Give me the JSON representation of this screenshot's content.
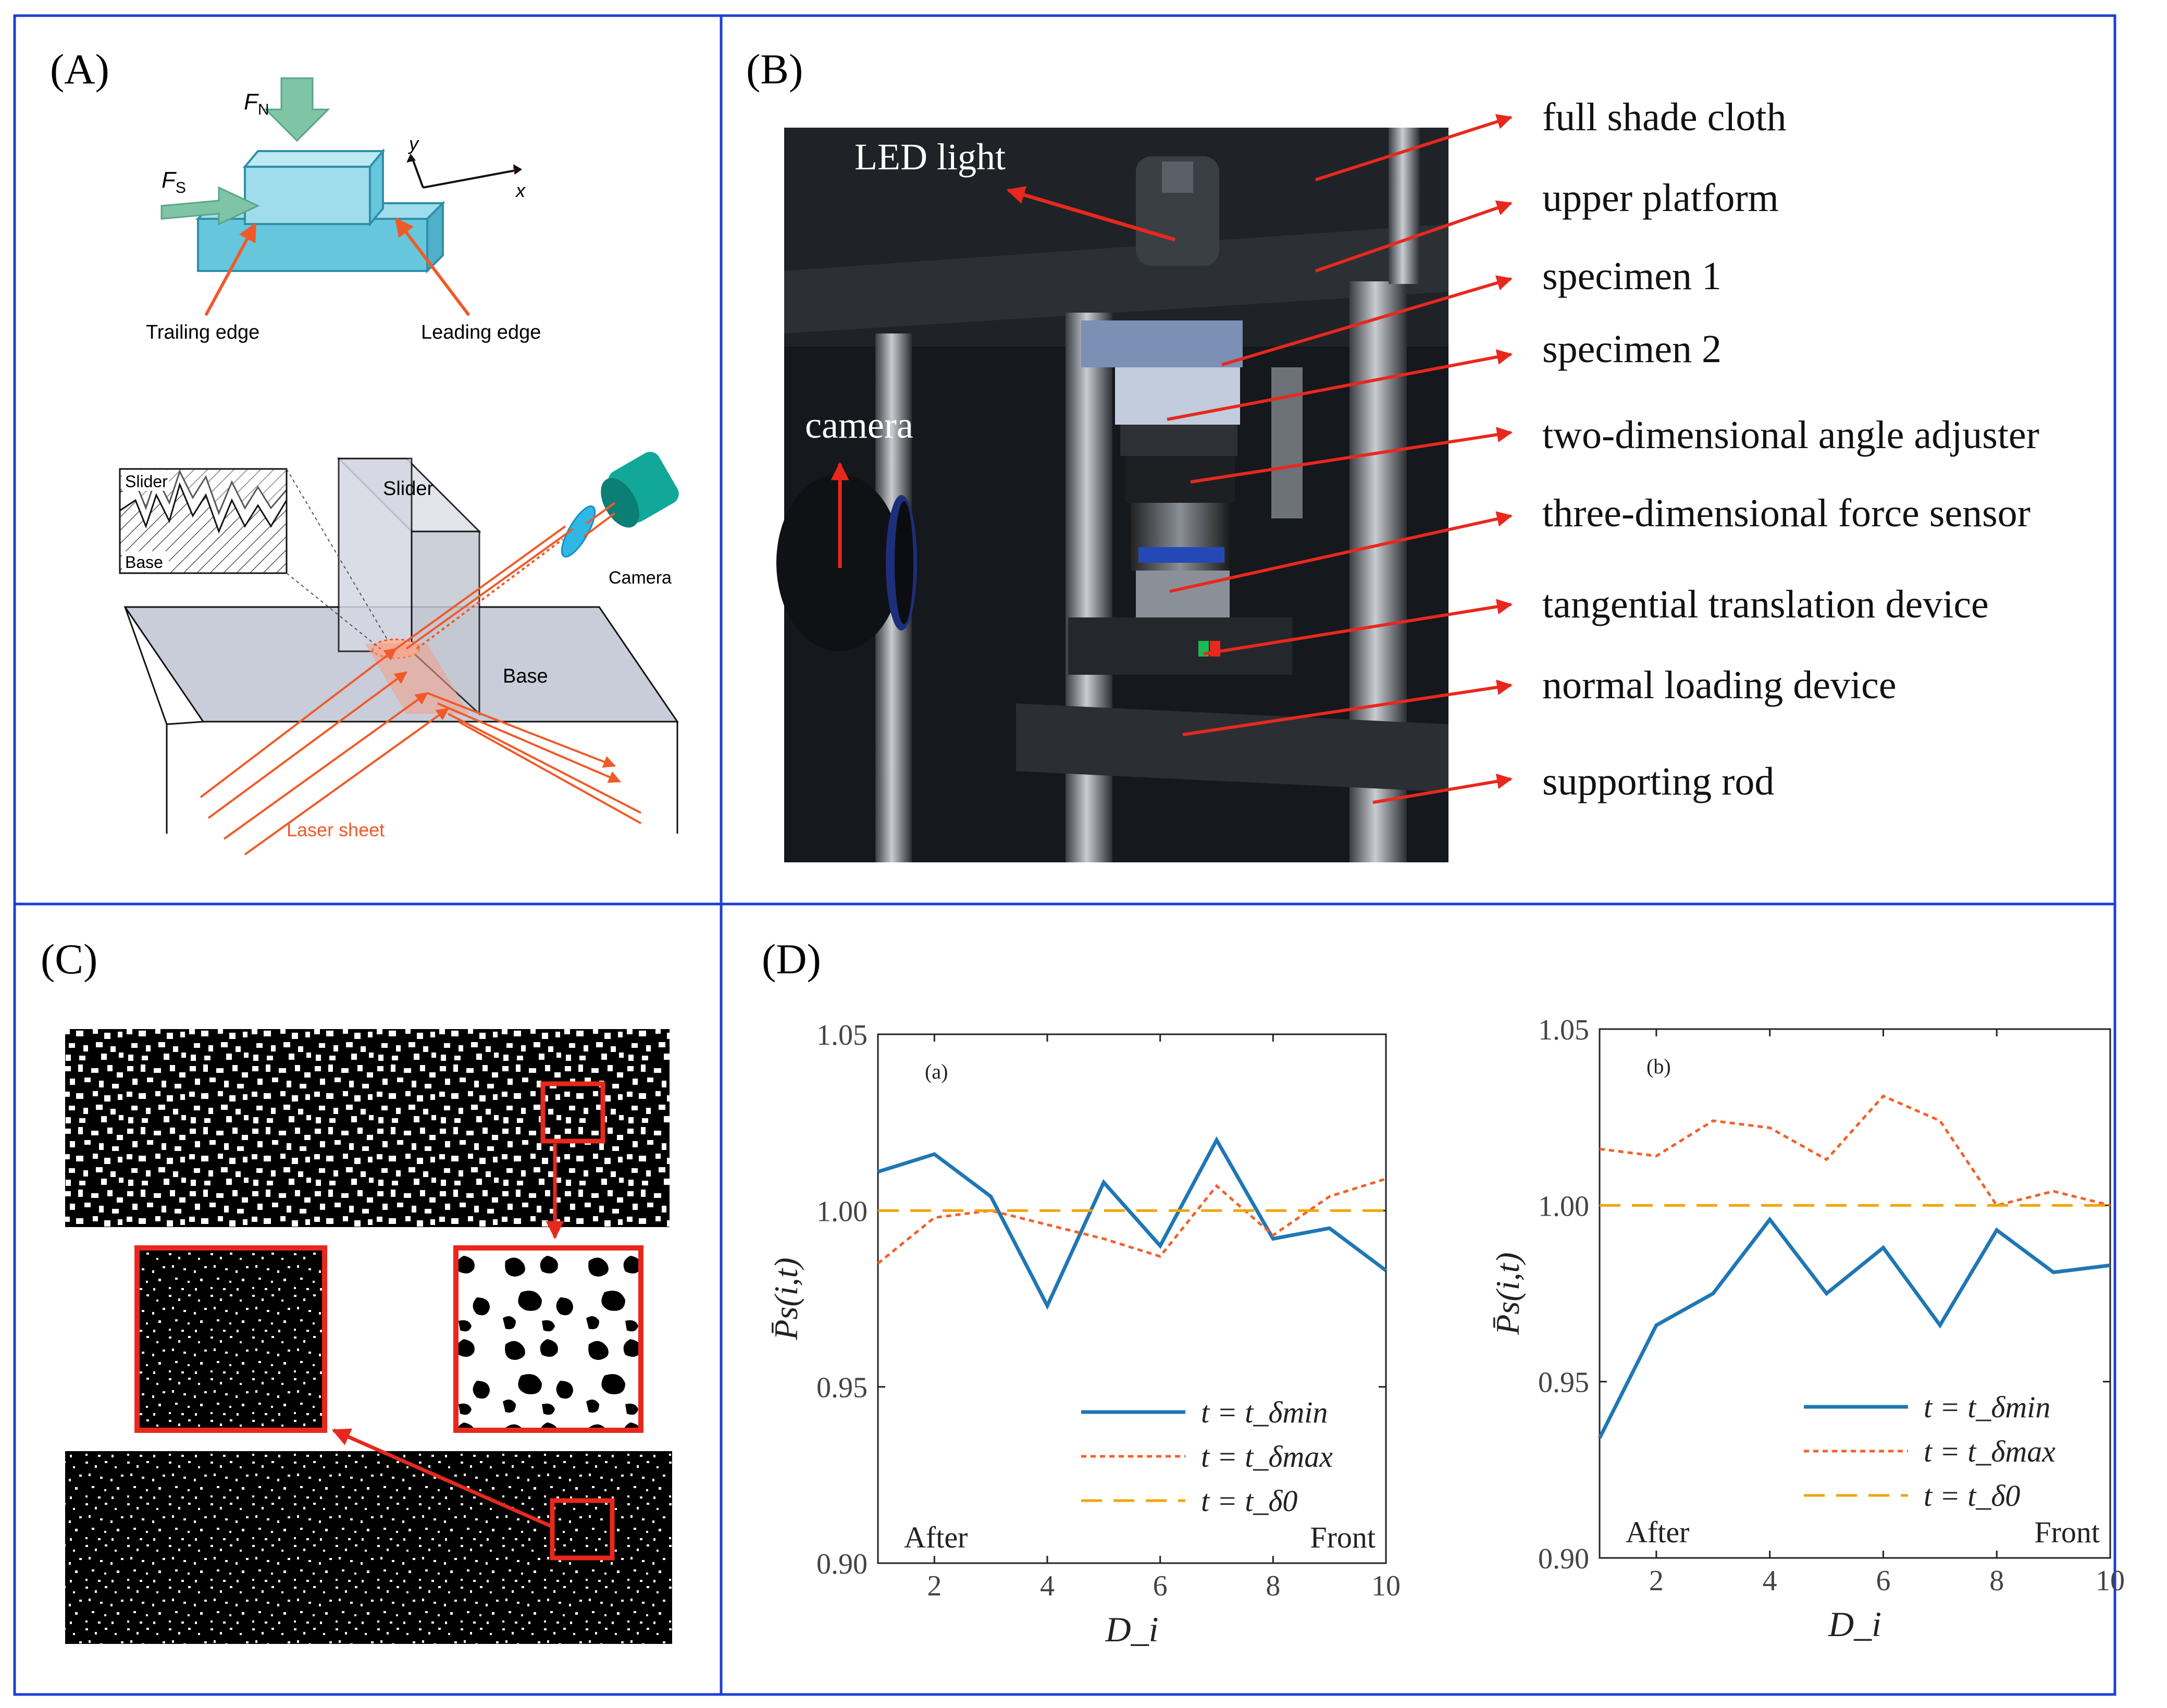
{
  "colors": {
    "panel_border": "#1f3fd2",
    "annotation_red": "#e8281e",
    "laser_orange": "#f05a28",
    "block_teal": "#66c6dc",
    "camera_teal": "#11a89a",
    "series_min": "#1f77b4",
    "series_max": "#f4602a",
    "series_zero": "#f0a500"
  },
  "panel_a": {
    "label": "(A)",
    "fn_label": "F",
    "fn_sub": "N",
    "fs_label": "F",
    "fs_sub": "S",
    "y_axis": "y",
    "x_axis": "x",
    "trailing_edge": "Trailing edge",
    "leading_edge": "Leading edge",
    "inset_slider": "Slider",
    "inset_base": "Base",
    "slider": "Slider",
    "base": "Base",
    "camera": "Camera",
    "laser_sheet": "Laser sheet"
  },
  "panel_b": {
    "label": "(B)",
    "led_light": "LED light",
    "camera": "camera",
    "callouts": [
      "full shade cloth",
      "upper platform",
      "specimen 1",
      "specimen 2",
      "two-dimensional angle adjuster",
      "three-dimensional force sensor",
      "tangential translation device",
      "normal loading device",
      "supporting rod"
    ]
  },
  "panel_c": {
    "label": "(C)"
  },
  "panel_d": {
    "label": "(D)"
  },
  "chart_data": [
    {
      "type": "line",
      "panel_tag": "(a)",
      "xlabel": "D_i",
      "ylabel": "P̄s(i,t)",
      "xlim": [
        1,
        10
      ],
      "ylim": [
        0.9,
        1.05
      ],
      "x_ticks": [
        2,
        4,
        6,
        8,
        10
      ],
      "y_ticks": [
        "0.90",
        "0.95",
        "1.00",
        "1.05"
      ],
      "annotations": {
        "left": "After",
        "right": "Front"
      },
      "legend": "lower-right",
      "x": [
        1,
        2,
        3,
        4,
        5,
        6,
        7,
        8,
        9,
        10
      ],
      "series": [
        {
          "name": "t = t_δmin",
          "style": "solid",
          "values": [
            1.011,
            1.016,
            1.004,
            0.973,
            1.008,
            0.99,
            1.02,
            0.992,
            0.995,
            0.983
          ]
        },
        {
          "name": "t = t_δmax",
          "style": "dotted",
          "values": [
            0.985,
            0.998,
            1.0,
            0.996,
            0.992,
            0.987,
            1.007,
            0.993,
            1.004,
            1.009
          ]
        },
        {
          "name": "t = t_δ0",
          "style": "dashed",
          "values": [
            1.0,
            1.0,
            1.0,
            1.0,
            1.0,
            1.0,
            1.0,
            1.0,
            1.0,
            1.0
          ]
        }
      ]
    },
    {
      "type": "line",
      "panel_tag": "(b)",
      "xlabel": "D_i",
      "ylabel": "P̄s(i,t)",
      "xlim": [
        1,
        10
      ],
      "ylim": [
        0.9,
        1.05
      ],
      "x_ticks": [
        2,
        4,
        6,
        8,
        10
      ],
      "y_ticks": [
        "0.90",
        "0.95",
        "1.00",
        "1.05"
      ],
      "annotations": {
        "left": "After",
        "right": "Front"
      },
      "legend": "lower-right",
      "x": [
        1,
        2,
        3,
        4,
        5,
        6,
        7,
        8,
        9,
        10
      ],
      "series": [
        {
          "name": "t = t_δmin",
          "style": "solid",
          "values": [
            0.934,
            0.966,
            0.975,
            0.996,
            0.975,
            0.988,
            0.966,
            0.993,
            0.981,
            0.983
          ]
        },
        {
          "name": "t = t_δmax",
          "style": "dotted",
          "values": [
            1.016,
            1.014,
            1.024,
            1.022,
            1.013,
            1.031,
            1.024,
            1.0,
            1.004,
            1.0
          ]
        },
        {
          "name": "t = t_δ0",
          "style": "dashed",
          "values": [
            1.0,
            1.0,
            1.0,
            1.0,
            1.0,
            1.0,
            1.0,
            1.0,
            1.0,
            1.0
          ]
        }
      ]
    }
  ]
}
